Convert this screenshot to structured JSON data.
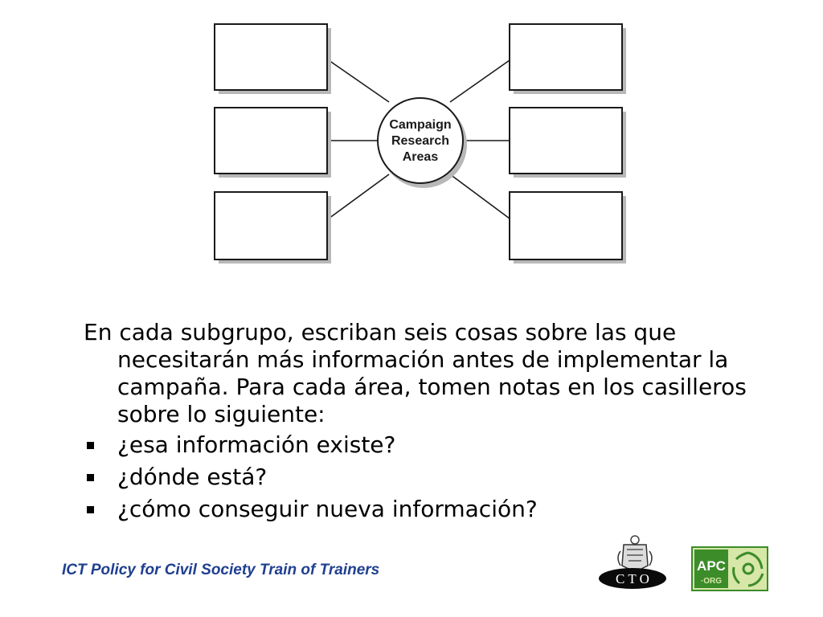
{
  "diagram": {
    "hub_lines": [
      "Campaign",
      "Research",
      "Areas"
    ]
  },
  "content": {
    "paragraph": "En cada subgrupo, escriban seis cosas sobre las que necesitarán más información antes de implementar la campaña. Para cada área, tomen notas en los casilleros sobre lo siguiente:",
    "bullets": [
      "¿esa información existe?",
      "¿dónde está?",
      "¿cómo conseguir nueva información?"
    ]
  },
  "footer": {
    "title": "ICT Policy for Civil Society Train of Trainers",
    "cto_logo_text": "C T O",
    "apc_logo_text": "APC",
    "apc_logo_subtext": "·ORG"
  },
  "colors": {
    "footer_text": "#1f3f8f",
    "apc_green": "#3c8c2a",
    "apc_panel": "#d7e7a8"
  }
}
